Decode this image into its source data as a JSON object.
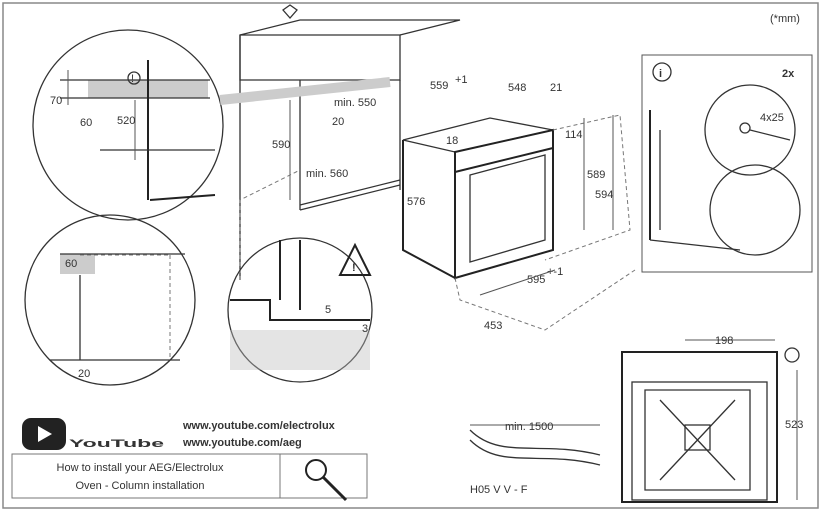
{
  "unit_note": "(*mm)",
  "detail_top_left": {
    "d1": "70",
    "d2": "60",
    "d3": "520"
  },
  "detail_mid_left": {
    "d1": "60",
    "d2": "20"
  },
  "column": {
    "height": "590",
    "width": "min. 550",
    "gap": "20",
    "depth": "min. 560"
  },
  "warning_detail": {
    "d1": "5",
    "d2": "3"
  },
  "oven": {
    "depth_total": "559",
    "depth_total_tol": "+1",
    "depth_body": "548",
    "front": "21",
    "top": "18",
    "panel": "114",
    "body_height": "576",
    "height_inner": "589",
    "height_total": "594",
    "width": "595",
    "width_tol": "+-1",
    "door_open": "453"
  },
  "fixing": {
    "count": "2x",
    "screw": "4x25",
    "info_icon": "info-icon"
  },
  "cable": {
    "length": "min. 1500",
    "type": "H05 V V - F"
  },
  "rear_view": {
    "width": "198",
    "height": "523"
  },
  "youtube": {
    "logo": "YouTube",
    "url1": "www.youtube.com/electrolux",
    "url2": "www.youtube.com/aeg",
    "search_text_line1": "How to install your AEG/Electrolux",
    "search_text_line2": "Oven - Column installation"
  },
  "colors": {
    "line": "#333333",
    "shade": "#c8c8c8",
    "youtube": "#222222"
  }
}
